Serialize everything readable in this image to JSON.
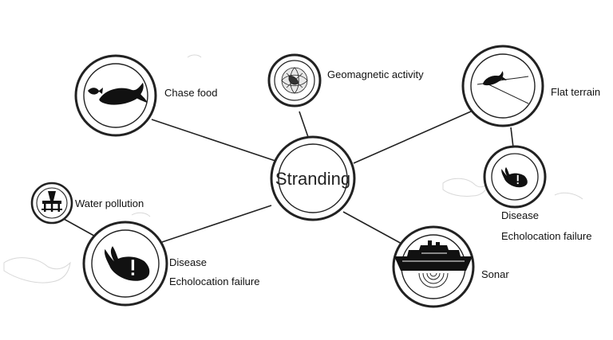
{
  "diagram": {
    "center": "Stranding",
    "nodes": [
      {
        "id": "chase-food",
        "labels": [
          "Chase food"
        ],
        "icon": "whale-chasing-fish-icon"
      },
      {
        "id": "geomagnetic",
        "labels": [
          "Geomagnetic activity"
        ],
        "icon": "earth-magnetic-field-icon"
      },
      {
        "id": "flat-terrain",
        "labels": [
          "Flat terrain"
        ],
        "icon": "whale-on-slope-icon"
      },
      {
        "id": "disease-right",
        "labels": [
          "Disease",
          "Echolocation failure"
        ],
        "icon": "sick-whale-icon"
      },
      {
        "id": "water-pollution",
        "labels": [
          "Water pollution"
        ],
        "icon": "oil-rig-icon"
      },
      {
        "id": "disease-left",
        "labels": [
          "Disease",
          "Echolocation failure"
        ],
        "icon": "sick-whale-icon"
      },
      {
        "id": "sonar",
        "labels": [
          "Sonar"
        ],
        "icon": "ship-sonar-icon"
      }
    ]
  }
}
